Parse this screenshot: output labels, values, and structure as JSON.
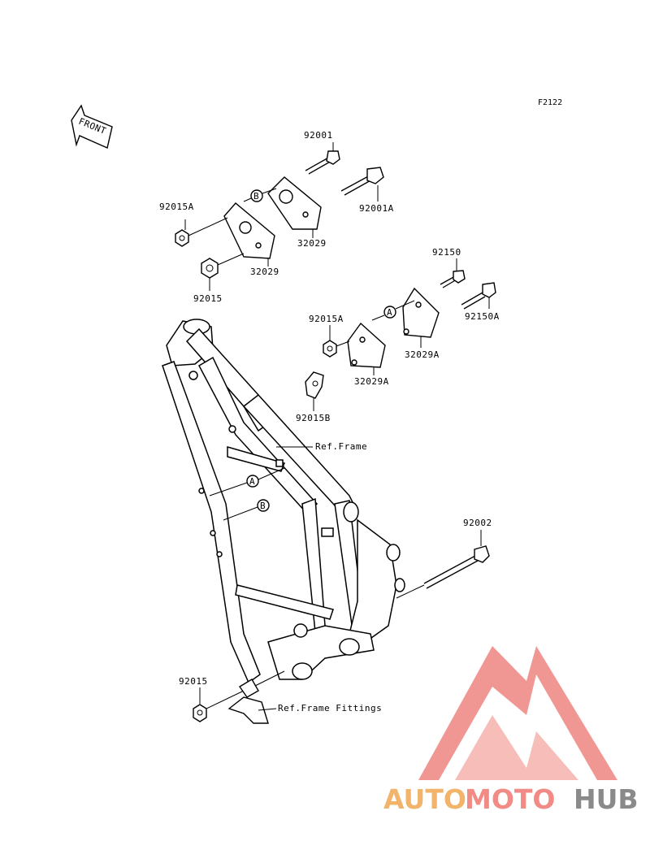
{
  "diagram": {
    "figure_code": "F2122",
    "front_label": "FRONT",
    "ref_labels": {
      "frame": "Ref.Frame",
      "frame_fittings": "Ref.Frame Fittings"
    },
    "circle_markers": {
      "a": "A",
      "b": "B"
    },
    "parts": {
      "p92001": "92001",
      "p92001A": "92001A",
      "p92015A_1": "92015A",
      "p32029_1": "32029",
      "p32029_2": "32029",
      "p92015_1": "92015",
      "p92150": "92150",
      "p92150A": "92150A",
      "p92015A_2": "92015A",
      "p32029A_1": "32029A",
      "p32029A_2": "32029A",
      "p92015B": "92015B",
      "p92002": "92002",
      "p92015_2": "92015"
    }
  },
  "watermark": {
    "part1": "AUTO",
    "part2": "MOTO",
    "part3": "HUB",
    "colors": {
      "auto": "#f2b36b",
      "moto": "#f28a86",
      "hub": "#8a8a8a",
      "triangle": "#f08c88"
    }
  }
}
